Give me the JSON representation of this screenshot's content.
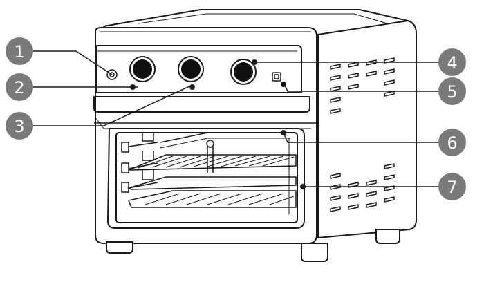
{
  "callouts": [
    {
      "number": "1"
    },
    {
      "number": "2"
    },
    {
      "number": "3"
    },
    {
      "number": "4"
    },
    {
      "number": "5"
    },
    {
      "number": "6"
    },
    {
      "number": "7"
    }
  ],
  "colors": {
    "callout_fill": "#7a7a7a",
    "callout_text": "#ffffff",
    "line": "#1a1a1a",
    "body": "#ffffff"
  }
}
